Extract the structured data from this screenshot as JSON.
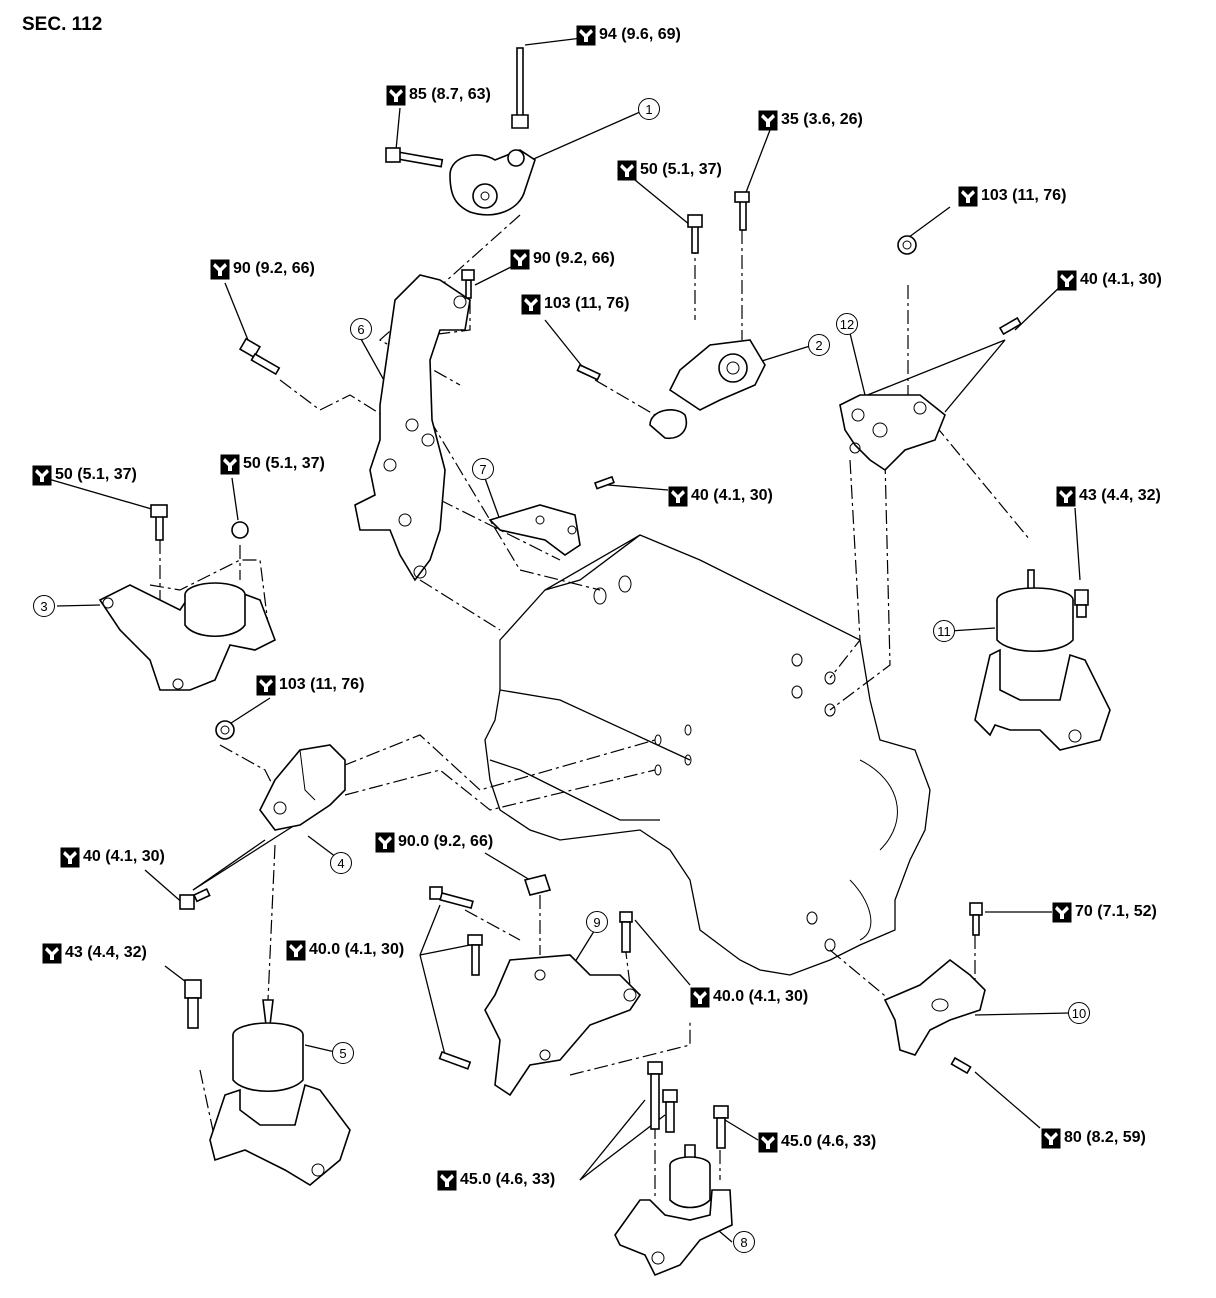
{
  "section": "SEC. 112",
  "torques": [
    {
      "id": "t94",
      "text": "94 (9.6, 69)"
    },
    {
      "id": "t85",
      "text": "85 (8.7, 63)"
    },
    {
      "id": "t35",
      "text": "35 (3.6, 26)"
    },
    {
      "id": "t50a",
      "text": "50 (5.1, 37)"
    },
    {
      "id": "t103a",
      "text": "103 (11, 76)"
    },
    {
      "id": "t90a",
      "text": "90 (9.2, 66)"
    },
    {
      "id": "t90b",
      "text": "90 (9.2, 66)"
    },
    {
      "id": "t103b",
      "text": "103 (11, 76)"
    },
    {
      "id": "t40a",
      "text": "40 (4.1, 30)"
    },
    {
      "id": "t50b",
      "text": "50 (5.1, 37)"
    },
    {
      "id": "t50c",
      "text": "50 (5.1, 37)"
    },
    {
      "id": "t40b",
      "text": "40 (4.1, 30)"
    },
    {
      "id": "t43a",
      "text": "43 (4.4, 32)"
    },
    {
      "id": "t103c",
      "text": "103 (11, 76)"
    },
    {
      "id": "t40c",
      "text": "40 (4.1, 30)"
    },
    {
      "id": "t90c",
      "text": "90.0 (9.2, 66)"
    },
    {
      "id": "t43b",
      "text": "43 (4.4, 32)"
    },
    {
      "id": "t40d",
      "text": "40.0 (4.1, 30)"
    },
    {
      "id": "t40e",
      "text": "40.0 (4.1, 30)"
    },
    {
      "id": "t70",
      "text": "70 (7.1, 52)"
    },
    {
      "id": "t45a",
      "text": "45.0 (4.6, 33)"
    },
    {
      "id": "t80",
      "text": "80 (8.2, 59)"
    },
    {
      "id": "t45b",
      "text": "45.0 (4.6, 33)"
    }
  ],
  "callouts": [
    "1",
    "2",
    "3",
    "4",
    "5",
    "6",
    "7",
    "8",
    "9",
    "10",
    "11",
    "12"
  ],
  "icon": "torque-wrench-icon"
}
